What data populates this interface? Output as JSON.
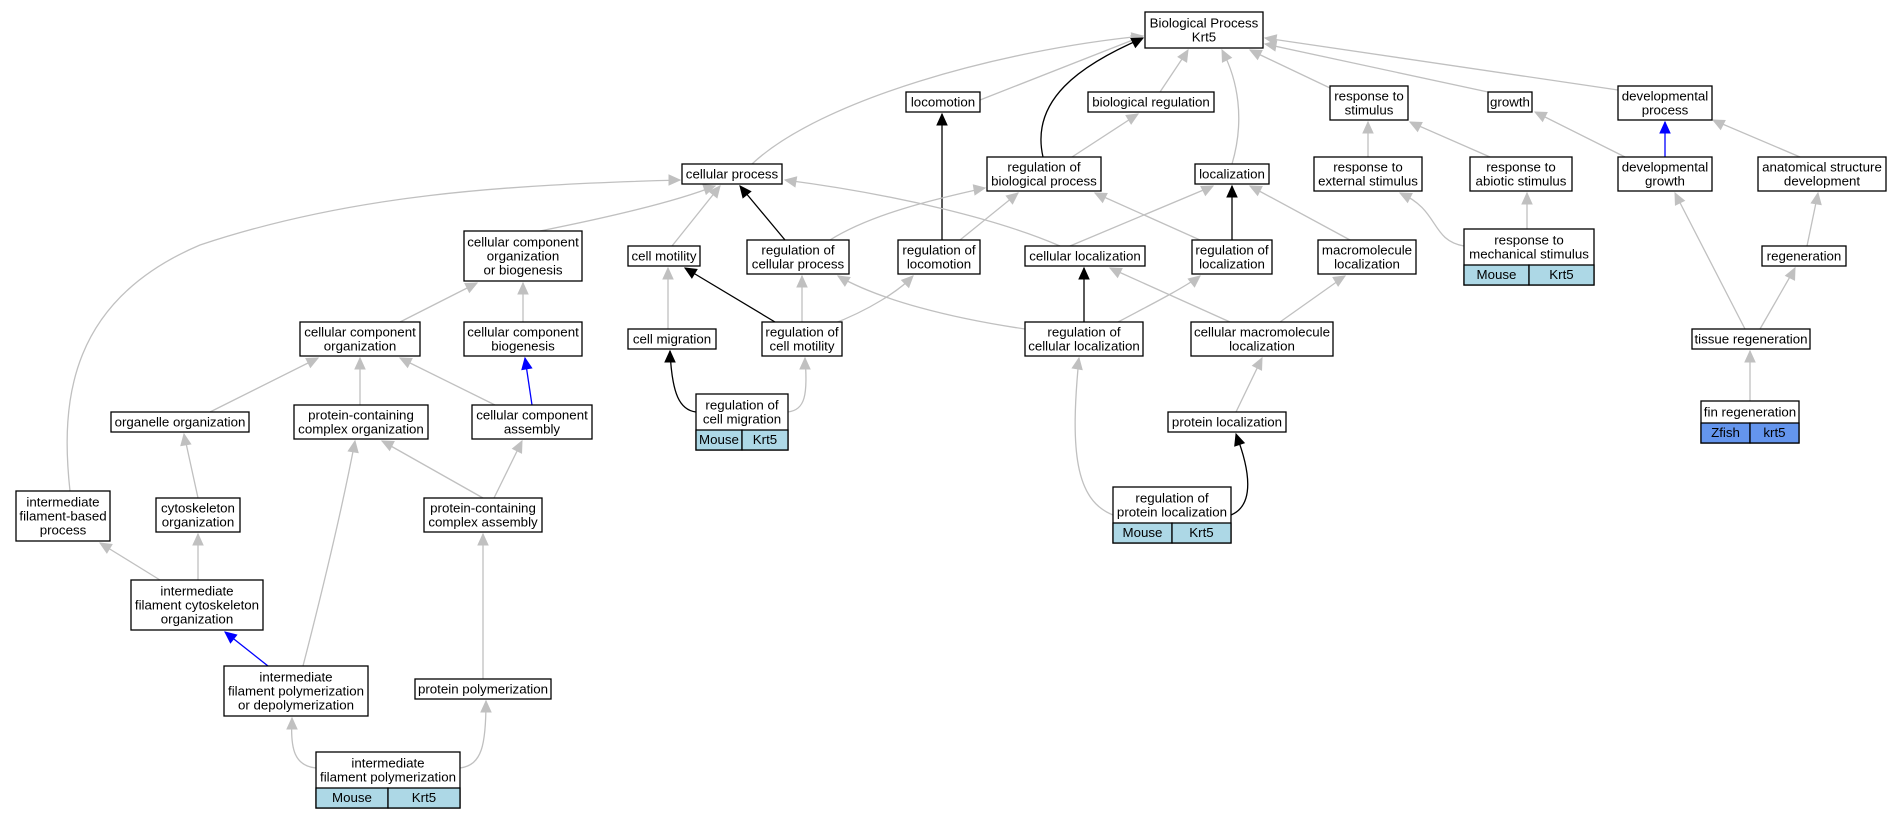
{
  "graph": {
    "colors": {
      "edge_gray": "#c0c0c0",
      "edge_black": "#000000",
      "edge_blue": "#0000ff",
      "mouse_fill": "#add8e6",
      "zfish_fill": "#6495ed"
    },
    "nodes": {
      "bp": {
        "lines": [
          "Biological Process",
          "Krt5"
        ]
      },
      "locomotion": {
        "lines": [
          "locomotion"
        ]
      },
      "bioreg": {
        "lines": [
          "biological regulation"
        ]
      },
      "resp_stim": {
        "lines": [
          "response to",
          "stimulus"
        ]
      },
      "growth": {
        "lines": [
          "growth"
        ]
      },
      "devproc": {
        "lines": [
          "developmental",
          "process"
        ]
      },
      "cellproc": {
        "lines": [
          "cellular process"
        ]
      },
      "regbio": {
        "lines": [
          "regulation of",
          "biological process"
        ]
      },
      "localization": {
        "lines": [
          "localization"
        ]
      },
      "resp_ext": {
        "lines": [
          "response to",
          "external stimulus"
        ]
      },
      "resp_abiotic": {
        "lines": [
          "response to",
          "abiotic stimulus"
        ]
      },
      "devgrowth": {
        "lines": [
          "developmental",
          "growth"
        ]
      },
      "anat": {
        "lines": [
          "anatomical structure",
          "development"
        ]
      },
      "ccob": {
        "lines": [
          "cellular component",
          "organization",
          "or biogenesis"
        ]
      },
      "cellmot": {
        "lines": [
          "cell motility"
        ]
      },
      "regcellproc": {
        "lines": [
          "regulation of",
          "cellular process"
        ]
      },
      "regloco": {
        "lines": [
          "regulation of",
          "locomotion"
        ]
      },
      "cellloc": {
        "lines": [
          "cellular localization"
        ]
      },
      "regloc": {
        "lines": [
          "regulation of",
          "localization"
        ]
      },
      "macroloc": {
        "lines": [
          "macromolecule",
          "localization"
        ]
      },
      "resp_mech": {
        "lines": [
          "response to",
          "mechanical stimulus"
        ],
        "genes": [
          "Mouse",
          "Krt5"
        ]
      },
      "regen": {
        "lines": [
          "regeneration"
        ]
      },
      "cco": {
        "lines": [
          "cellular component",
          "organization"
        ]
      },
      "ccb": {
        "lines": [
          "cellular component",
          "biogenesis"
        ]
      },
      "cellmig": {
        "lines": [
          "cell migration"
        ]
      },
      "regcellmot": {
        "lines": [
          "regulation of",
          "cell motility"
        ]
      },
      "regcellloc": {
        "lines": [
          "regulation of",
          "cellular localization"
        ]
      },
      "cmacroloc": {
        "lines": [
          "cellular macromolecule",
          "localization"
        ]
      },
      "tissregen": {
        "lines": [
          "tissue regeneration"
        ]
      },
      "regcellmig": {
        "lines": [
          "regulation of",
          "cell migration"
        ],
        "genes": [
          "Mouse",
          "Krt5"
        ]
      },
      "orgorg": {
        "lines": [
          "organelle organization"
        ]
      },
      "pcco": {
        "lines": [
          "protein-containing",
          "complex organization"
        ]
      },
      "cca": {
        "lines": [
          "cellular component",
          "assembly"
        ]
      },
      "protloc": {
        "lines": [
          "protein localization"
        ]
      },
      "finregen": {
        "lines": [
          "fin regeneration"
        ],
        "genes": [
          "Zfish",
          "krt5"
        ],
        "fill": "zfish"
      },
      "ifbp": {
        "lines": [
          "intermediate",
          "filament-based",
          "process"
        ]
      },
      "cytoorg": {
        "lines": [
          "cytoskeleton",
          "organization"
        ]
      },
      "pcca": {
        "lines": [
          "protein-containing",
          "complex assembly"
        ]
      },
      "regprotloc": {
        "lines": [
          "regulation of",
          "protein localization"
        ],
        "genes": [
          "Mouse",
          "Krt5"
        ]
      },
      "ifco": {
        "lines": [
          "intermediate",
          "filament cytoskeleton",
          "organization"
        ]
      },
      "ifpd": {
        "lines": [
          "intermediate",
          "filament polymerization",
          "or depolymerization"
        ]
      },
      "protpoly": {
        "lines": [
          "protein polymerization"
        ]
      },
      "ifp": {
        "lines": [
          "intermediate",
          "filament polymerization"
        ],
        "genes": [
          "Mouse",
          "Krt5"
        ]
      }
    }
  }
}
